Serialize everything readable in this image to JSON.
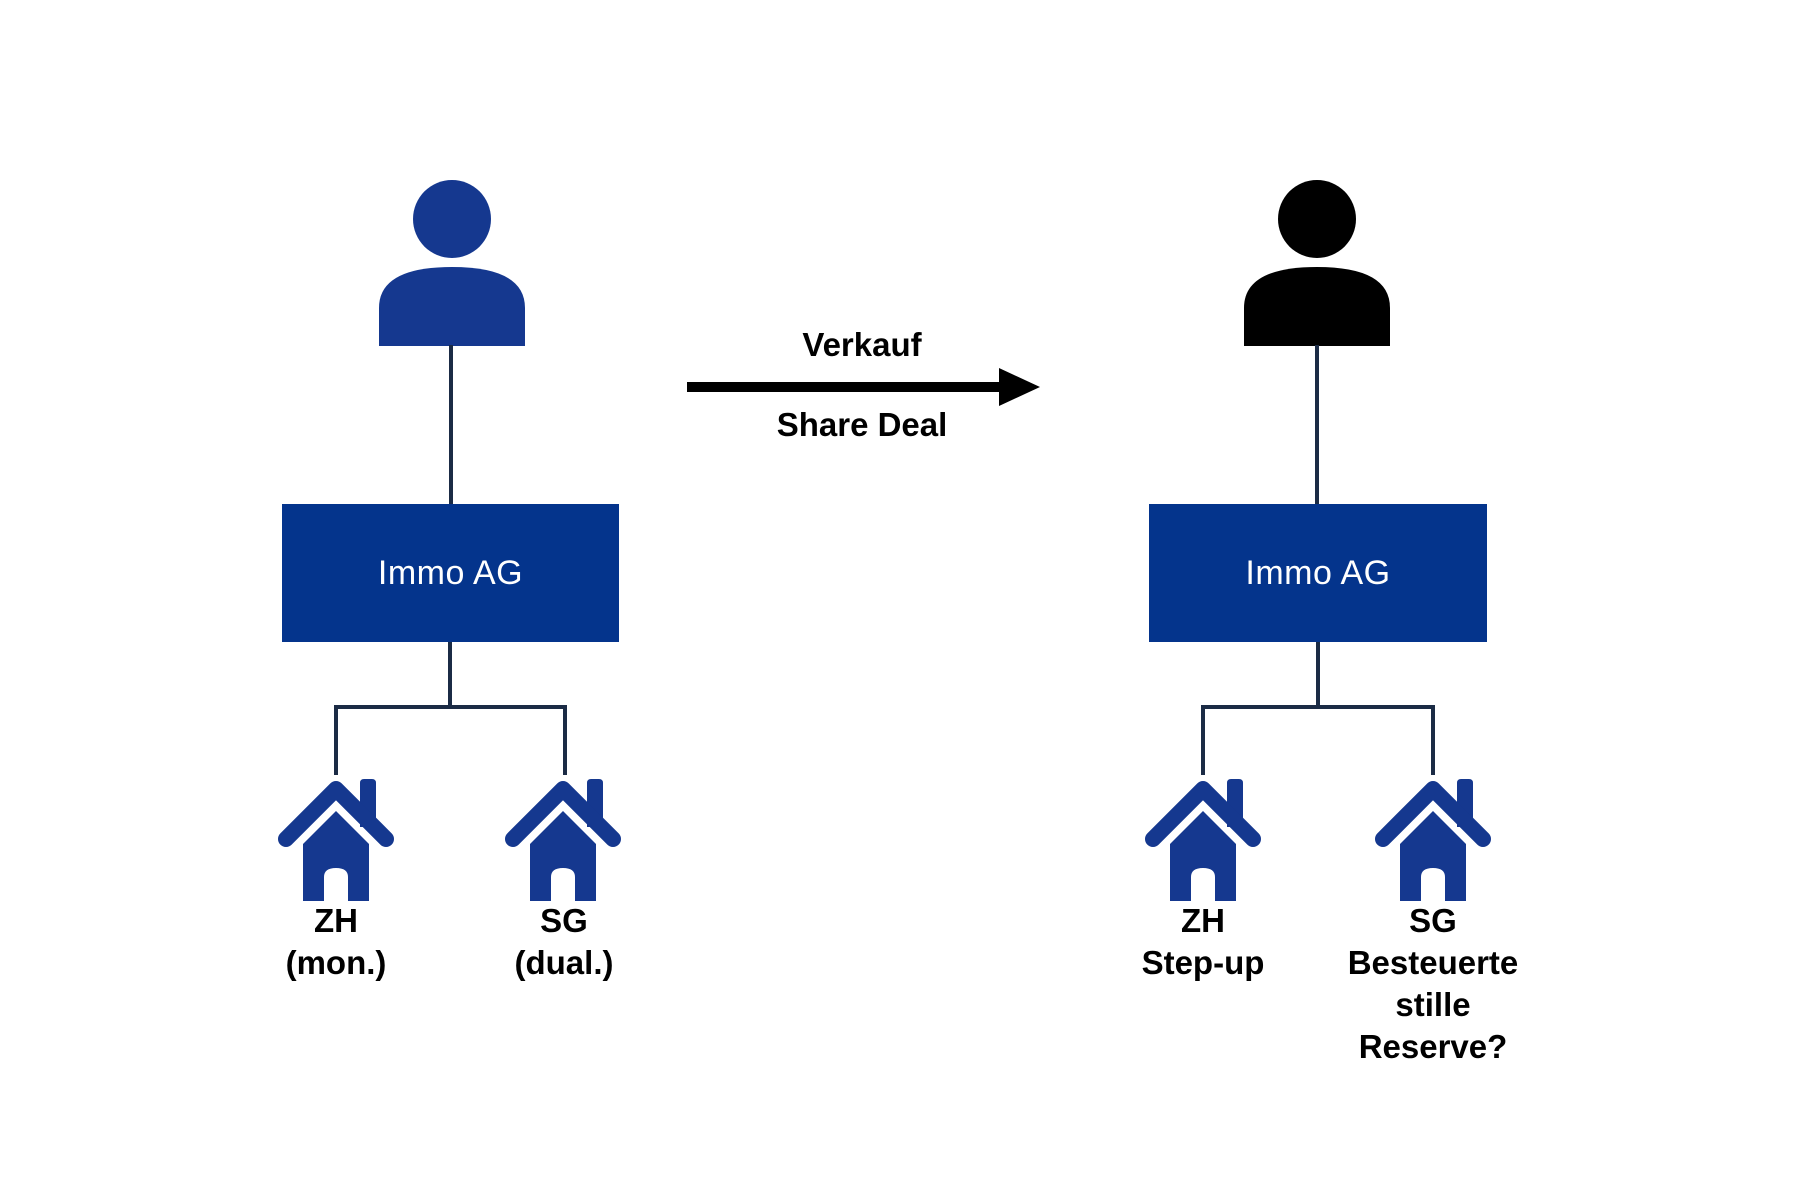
{
  "colors": {
    "background": "#ffffff",
    "box_blue": "#04348c",
    "icon_blue": "#15388f",
    "right_person": "#000000",
    "connector": "#1b2b45",
    "arrow": "#000000",
    "label_text": "#000000",
    "box_text": "#ffffff"
  },
  "arrow": {
    "top_label": "Verkauf",
    "bottom_label": "Share Deal"
  },
  "left_structure": {
    "owner_icon": "person-icon",
    "company_label": "Immo AG",
    "properties": [
      {
        "icon": "house-icon",
        "lines": [
          "ZH",
          "(mon.)"
        ]
      },
      {
        "icon": "house-icon",
        "lines": [
          "SG",
          "(dual.)"
        ]
      }
    ]
  },
  "right_structure": {
    "owner_icon": "person-icon",
    "company_label": "Immo AG",
    "properties": [
      {
        "icon": "house-icon",
        "lines": [
          "ZH",
          "Step-up"
        ]
      },
      {
        "icon": "house-icon",
        "lines": [
          "SG",
          "Besteuerte",
          "stille",
          "Reserve?"
        ]
      }
    ]
  }
}
